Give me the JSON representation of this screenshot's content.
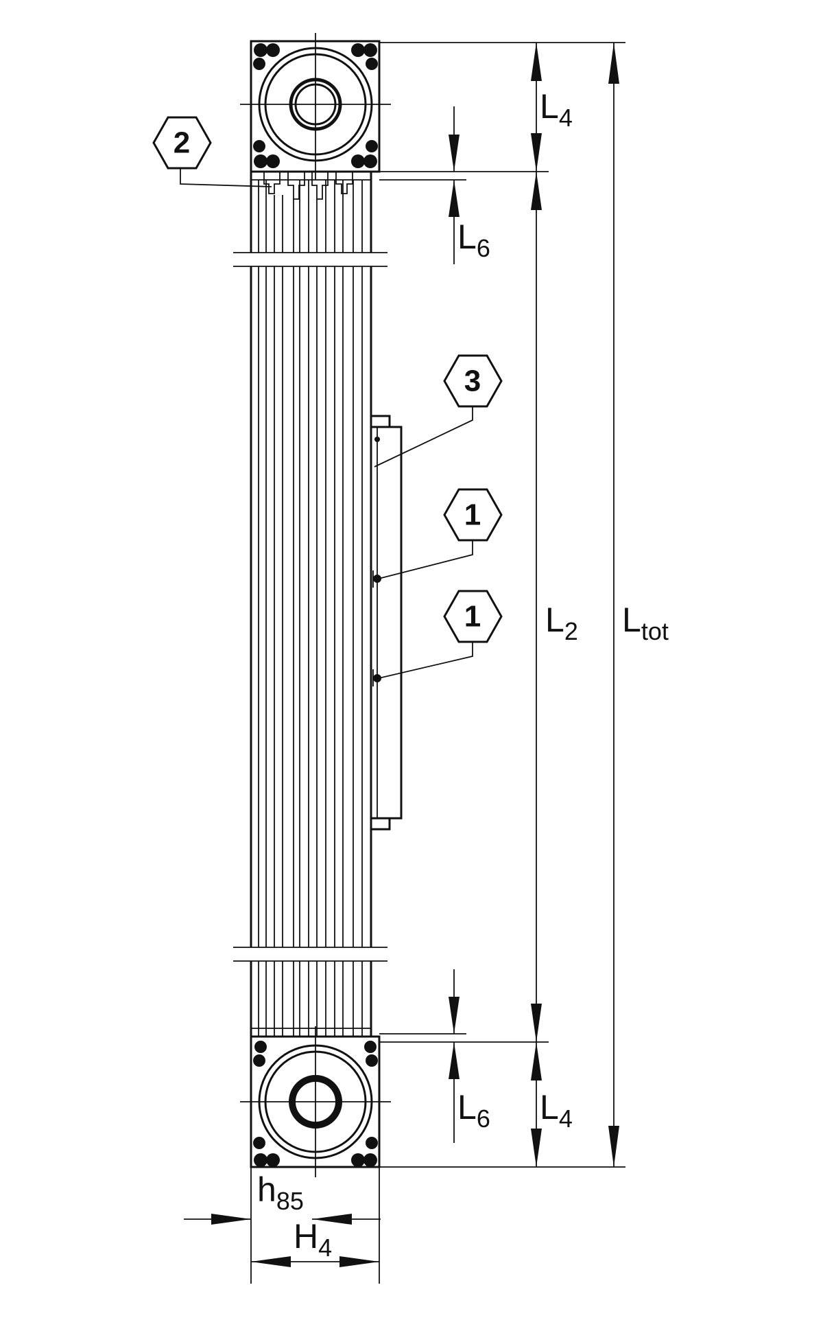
{
  "callouts": [
    {
      "id": "c2",
      "label": "2"
    },
    {
      "id": "c3",
      "label": "3"
    },
    {
      "id": "c1a",
      "label": "1"
    },
    {
      "id": "c1b",
      "label": "1"
    }
  ],
  "dimensions": {
    "L4_top": {
      "main": "L",
      "sub": "4"
    },
    "L6_top": {
      "main": "L",
      "sub": "6"
    },
    "L2": {
      "main": "L",
      "sub": "2"
    },
    "Ltot": {
      "main": "L",
      "sub": "tot"
    },
    "L6_bottom": {
      "main": "L",
      "sub": "6"
    },
    "L4_bottom": {
      "main": "L",
      "sub": "4"
    },
    "h85": {
      "main": "h",
      "sub": "85"
    },
    "H4": {
      "main": "H",
      "sub": "4"
    }
  },
  "colors": {
    "line": "#111111",
    "background": "#ffffff"
  }
}
